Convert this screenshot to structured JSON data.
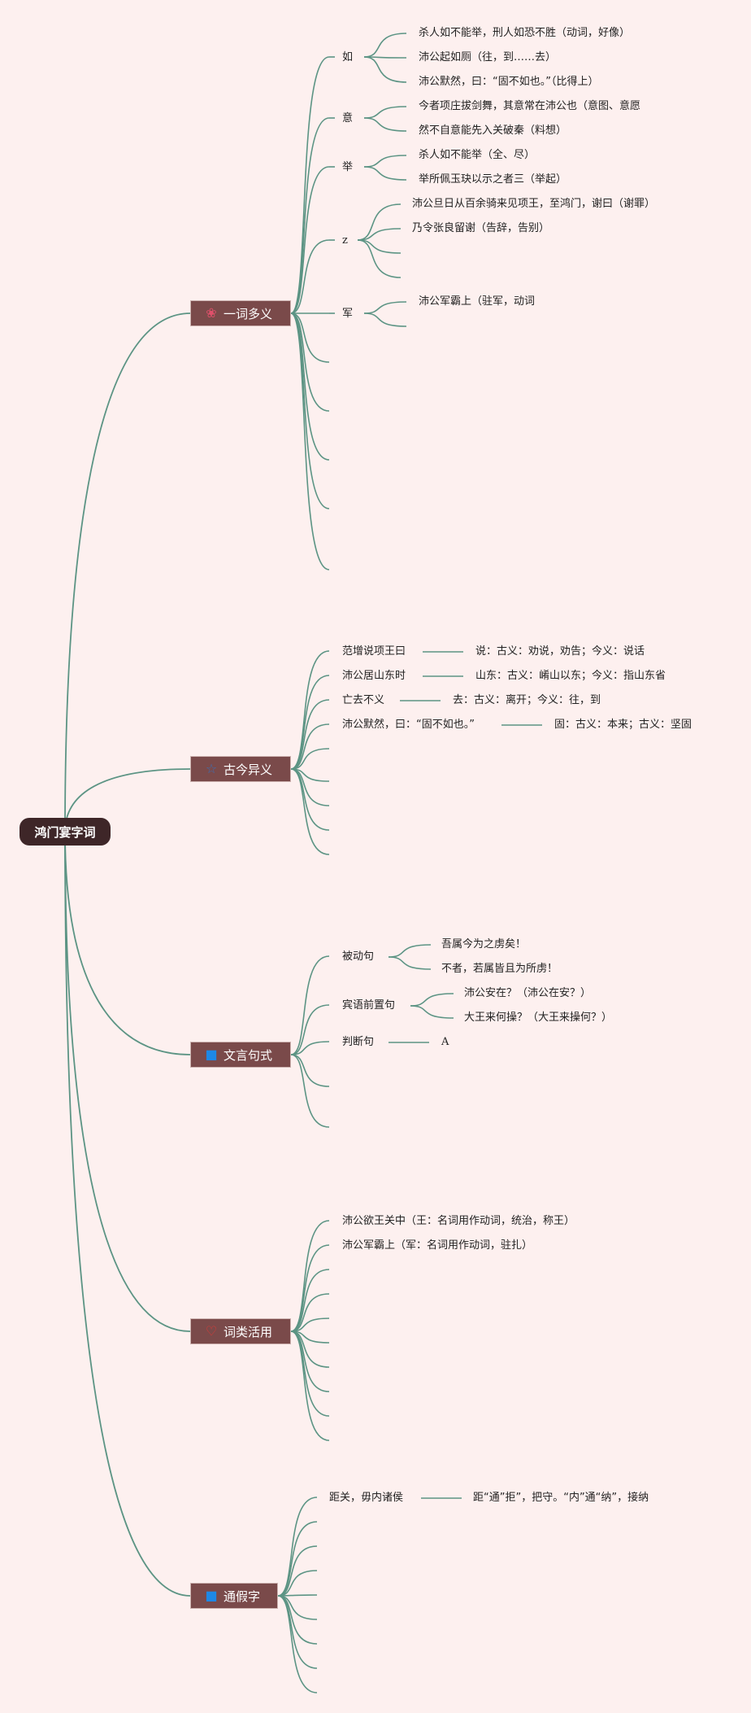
{
  "root": {
    "label": "鸿门宴字词"
  },
  "branches": [
    {
      "label": "一词多义",
      "icon": "flower-icon",
      "glyph": "❀",
      "icon_color": "#e0506a"
    },
    {
      "label": "古今异义",
      "icon": "star-icon",
      "glyph": "☆",
      "icon_color": "#3d6fb3"
    },
    {
      "label": "文言句式",
      "icon": "square-icon",
      "glyph": "■",
      "icon_color": "#1e88e5"
    },
    {
      "label": "词类活用",
      "icon": "heart-icon",
      "glyph": "♡",
      "icon_color": "#e53935"
    },
    {
      "label": "通假字",
      "icon": "square-icon",
      "glyph": "■",
      "icon_color": "#1e88e5"
    }
  ],
  "yici": {
    "words": [
      {
        "word": "如",
        "examples": [
          "杀人如不能举，刑人如恐不胜（动词，好像）",
          "沛公起如厕（往，到……去）",
          "沛公默然，曰：“固不如也。”（比得上）"
        ]
      },
      {
        "word": "意",
        "examples": [
          "今者项庄拔剑舞，其意常在沛公也（意图、意愿",
          "然不自意能先入关破秦（料想）"
        ]
      },
      {
        "word": "举",
        "examples": [
          "杀人如不能举（全、尽）",
          "举所佩玉玦以示之者三（举起）"
        ]
      },
      {
        "word": "z",
        "examples": [
          "沛公旦日从百余骑来见项王，至鸿门，谢曰（谢罪）",
          "乃令张良留谢（告辞，告别）"
        ]
      },
      {
        "word": "军",
        "examples": [
          "沛公军霸上（驻军，动词"
        ]
      }
    ]
  },
  "gujin": [
    {
      "sentence": "范增说项王曰",
      "meaning": "说：古义：劝说，劝告；今义：说话"
    },
    {
      "sentence": "沛公居山东时",
      "meaning": "山东：古义：崤山以东；今义：指山东省"
    },
    {
      "sentence": "亡去不义",
      "meaning": "去：古义：离开；今义：往，到"
    },
    {
      "sentence": "沛公默然，曰：“固不如也。”",
      "meaning": "固：古义：本来；古义：坚固"
    }
  ],
  "jushi": [
    {
      "type": "被动句",
      "examples": [
        "吾属今为之虏矣！",
        "不者，若属皆且为所虏！"
      ]
    },
    {
      "type": "宾语前置句",
      "examples": [
        "沛公安在？（沛公在安？）",
        "大王来何操？（大王来操何？）"
      ]
    },
    {
      "type": "判断句",
      "examples": [
        "A"
      ]
    }
  ],
  "huoyong": [
    "沛公欲王关中（王：名词用作动词，统治，称王）",
    "沛公军霸上（军：名词用作动词，驻扎）"
  ],
  "tongjia": [
    {
      "sentence": "距关，毋内诸侯",
      "meaning": "距“通”拒”，把守。“内”通“纳”，接纳"
    }
  ]
}
